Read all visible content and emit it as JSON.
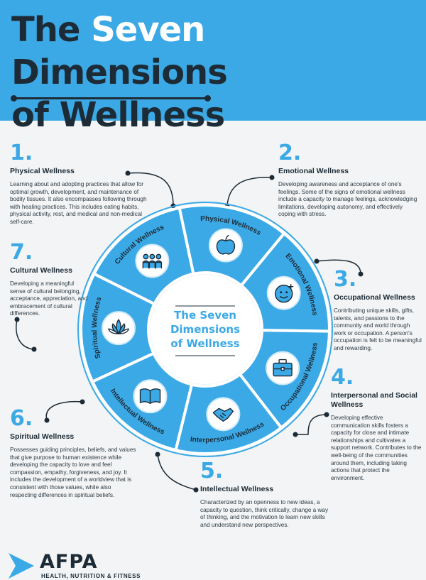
{
  "header": {
    "title_line1_part1": "The ",
    "title_line1_accent": "Seven",
    "title_line1_part2": " Dimensions",
    "title_line2": "of Wellness"
  },
  "colors": {
    "accent": "#3ba9e6",
    "dark": "#1d2b36",
    "background": "#f2f4f5"
  },
  "dimensions": [
    {
      "number": "1.",
      "title": "Physical Wellness",
      "segment_label": "Physical Wellness",
      "icon": "apple-icon",
      "description": "Learning about and adopting practices that allow for optimal growth, development, and maintenance of bodily tissues. It also encompasses following through with healing practices. This includes eating habits, physical activity, rest, and medical and non-medical self-care."
    },
    {
      "number": "2.",
      "title": "Emotional Wellness",
      "segment_label": "Emotional Wellness",
      "icon": "smiling-face-icon",
      "description": "Developing awareness and acceptance of one's feelings. Some of the signs of emotional wellness include a capacity to manage feelings, acknowledging limitations, developing autonomy, and effectively coping with stress."
    },
    {
      "number": "3.",
      "title": "Occupational Wellness",
      "segment_label": "Occupational Wellness",
      "icon": "briefcase-icon",
      "description": "Contributing unique skills, gifts, talents, and passions to the community and world through work or occupation. A person's occupation is felt to be meaningful and rewarding."
    },
    {
      "number": "4.",
      "title": "Interpersonal and Social Wellness",
      "segment_label": "Interpersonal Wellness",
      "icon": "handshake-icon",
      "description": "Developing effective communication skills fosters a capacity for close and intimate relationships and cultivates a support network. Contributes to the well-being of the communities around them, including taking actions that protect the environment."
    },
    {
      "number": "5.",
      "title": "Intellectual Wellness",
      "segment_label": "Intellectual Wellness",
      "icon": "book-icon",
      "description": "Characterized by an openness to new ideas, a capacity to question, think critically, change a way of thinking, and the motivation to learn new skills and understand new perspectives."
    },
    {
      "number": "6.",
      "title": "Spiritual Wellness",
      "segment_label": "Spiritual Wellness",
      "icon": "lotus-icon",
      "description": "Possesses guiding principles, beliefs, and values that give purpose to human existence while developing the capacity to love and feel compassion, empathy, forgiveness, and joy. It includes the development of a worldview that is consistent with those values, while also respecting differences in spiritual beliefs."
    },
    {
      "number": "7.",
      "title": "Cultural Wellness",
      "segment_label": "Cultural Wellness",
      "icon": "group-of-people-icon",
      "description": "Developing a meaningful sense of cultural belonging, acceptance, appreciation, and embracement of cultural differences."
    }
  ],
  "wheel": {
    "center_line1": "The Seven",
    "center_line2": "Dimensions",
    "center_line3": "of Wellness"
  },
  "footer": {
    "logo_text": "AFPA",
    "logo_subtext": "HEALTH, NUTRITION & FITNESS"
  }
}
